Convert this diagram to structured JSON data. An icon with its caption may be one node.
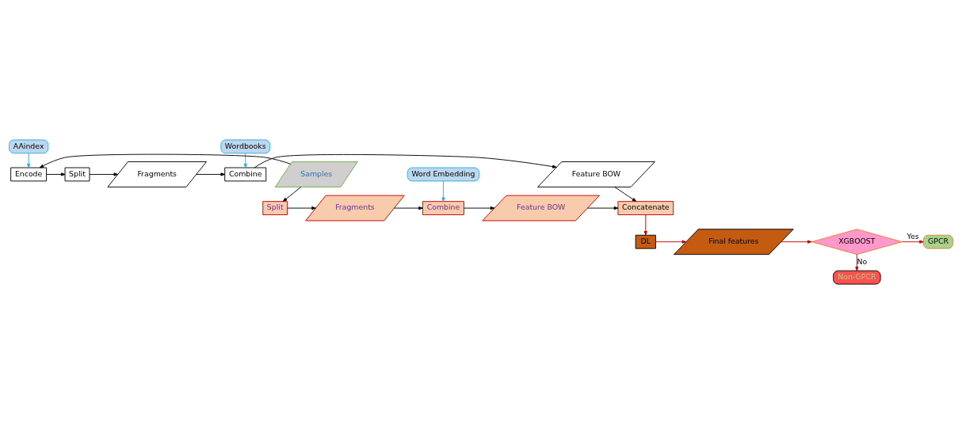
{
  "diagram": {
    "nodes": [
      {
        "text": [
          "AAindex"
        ]
      },
      {
        "text": [
          "Wordbooks"
        ]
      },
      {
        "text": [
          "Encode"
        ]
      },
      {
        "text": [
          "Split"
        ]
      },
      {
        "text": [
          "Fragments"
        ]
      },
      {
        "text": [
          "Combine"
        ]
      },
      {
        "text": [
          "Feature BOW"
        ]
      },
      {
        "text": [
          "Samples"
        ]
      },
      {
        "text": [
          "Word Embedding"
        ]
      },
      {
        "text": [
          "Split"
        ]
      },
      {
        "text": [
          "Fragments"
        ]
      },
      {
        "text": [
          "Combine"
        ]
      },
      {
        "text": [
          "Feature BOW"
        ]
      },
      {
        "text": [
          "Concatenate"
        ]
      },
      {
        "text": [
          "DL"
        ]
      },
      {
        "text": [
          "Final features"
        ]
      },
      {
        "text": [
          "XGBOOST"
        ]
      },
      {
        "text": [
          "GPCR"
        ]
      },
      {
        "text": [
          "Non-GPCR"
        ]
      }
    ],
    "edges": [
      {
        "from": 0,
        "to": 2,
        "arrow": "to",
        "color": "#29abe2"
      },
      {
        "from": 7,
        "to": 2,
        "arrow": "to"
      },
      {
        "from": 2,
        "to": 3,
        "arrow": "to"
      },
      {
        "from": 3,
        "to": 4,
        "arrow": "to"
      },
      {
        "from": 4,
        "to": 5,
        "arrow": "to"
      },
      {
        "from": 1,
        "to": 5,
        "arrow": "to",
        "color": "#29abe2"
      },
      {
        "from": 5,
        "to": 6,
        "arrow": "to"
      },
      {
        "from": 6,
        "to": 13,
        "arrow": "to"
      },
      {
        "from": 7,
        "to": 9,
        "arrow": "to"
      },
      {
        "from": 9,
        "to": 10,
        "arrow": "to"
      },
      {
        "from": 10,
        "to": 11,
        "arrow": "to"
      },
      {
        "from": 8,
        "to": 11,
        "arrow": "to",
        "color": "#29abe2"
      },
      {
        "from": 11,
        "to": 12,
        "arrow": "to"
      },
      {
        "from": 12,
        "to": 13,
        "arrow": "to"
      },
      {
        "from": 13,
        "to": 14,
        "arrow": "to",
        "color": "#c00000"
      },
      {
        "from": 14,
        "to": 15,
        "arrow": "to",
        "color": "#c00000"
      },
      {
        "from": 15,
        "to": 16,
        "arrow": "to",
        "color": "#c00000"
      },
      {
        "from": 16,
        "to": 17,
        "arrow": "to",
        "label": "Yes",
        "color": "#c00000"
      },
      {
        "from": 16,
        "to": 18,
        "arrow": "to",
        "label": "No",
        "color": "#c00000"
      }
    ]
  }
}
